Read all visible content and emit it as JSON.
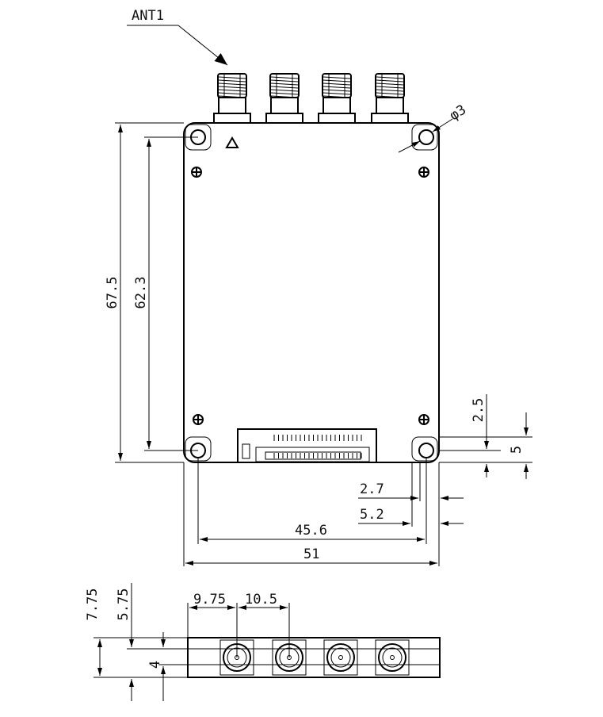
{
  "labels": {
    "antenna": "ANT1",
    "hole_diameter": "φ3",
    "height_overall": "67.5",
    "height_holes": "62.3",
    "offset_top_small": "2.5",
    "offset_side": "5",
    "edge_offset_a": "2.7",
    "edge_offset_b": "5.2",
    "width_holes": "45.6",
    "width_overall": "51",
    "side_height_a": "7.75",
    "side_height_b": "5.75",
    "connector_pitch_first": "9.75",
    "connector_pitch": "10.5",
    "side_offset": "4"
  },
  "colors": {
    "line": "#000000",
    "background": "#ffffff"
  }
}
